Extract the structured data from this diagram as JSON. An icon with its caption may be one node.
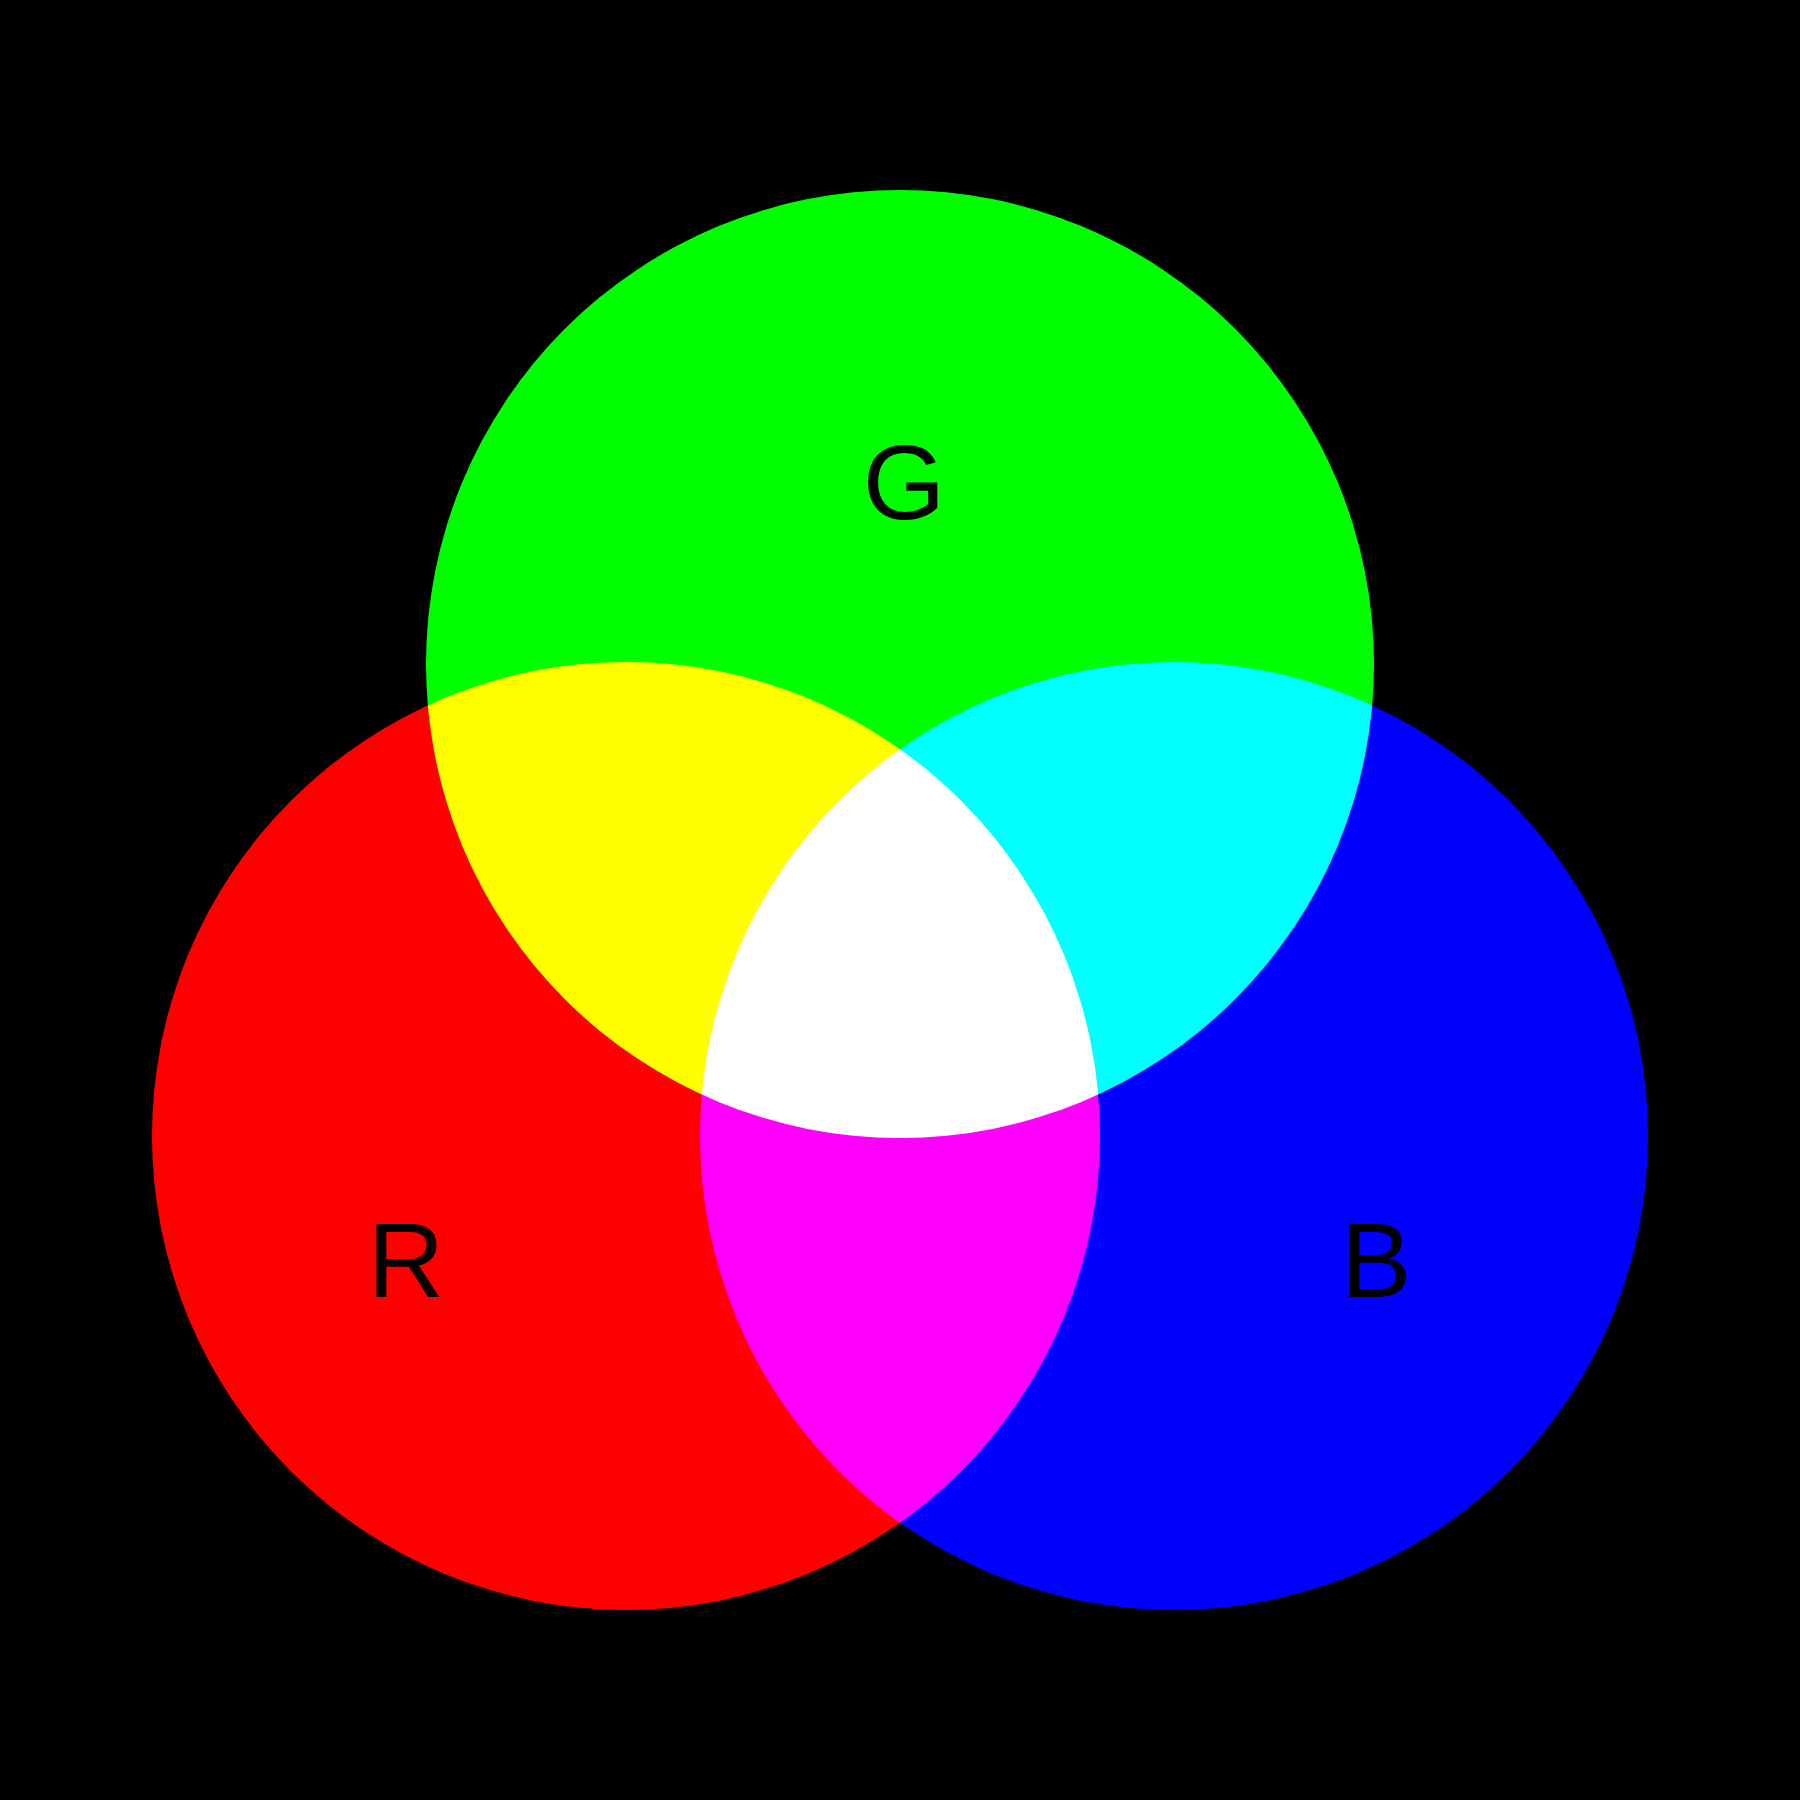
{
  "diagram": {
    "nodes": [
      {
        "text": [
          "G"
        ]
      },
      {
        "text": [
          "R"
        ]
      },
      {
        "text": [
          "B"
        ]
      }
    ]
  }
}
